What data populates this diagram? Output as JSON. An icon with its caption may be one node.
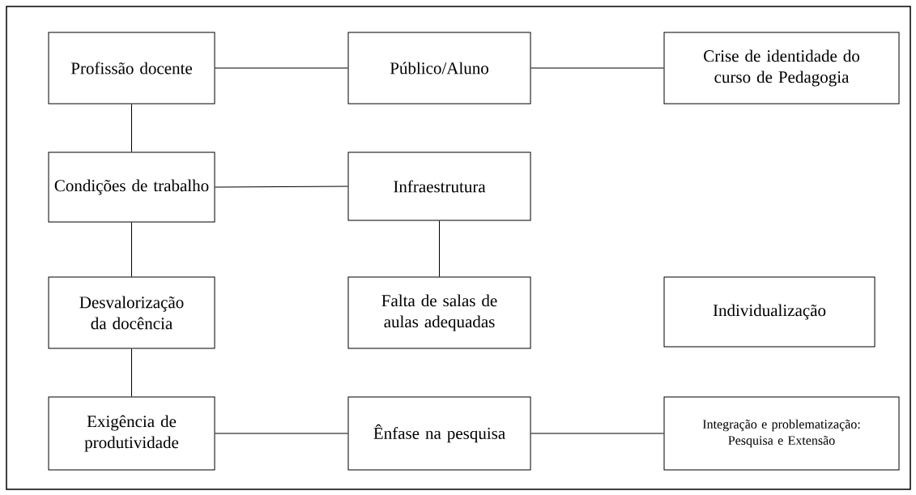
{
  "diagram": {
    "nodes": [
      {
        "text": [
          "Profissão docente"
        ]
      },
      {
        "text": [
          "Público/Aluno"
        ]
      },
      {
        "text": [
          "Crise de identidade do curso de Pedagogia"
        ]
      },
      {
        "text": [
          "Condições de trabalho"
        ]
      },
      {
        "text": [
          "Infraestrutura"
        ]
      },
      {
        "text": [
          "Desvalorização da docência"
        ]
      },
      {
        "text": [
          "Falta de salas de aulas adequadas"
        ]
      },
      {
        "text": [
          "Individualização"
        ]
      },
      {
        "text": [
          "Exigência de produtividade"
        ]
      },
      {
        "text": [
          "Ênfase na pesquisa"
        ]
      },
      {
        "text": [
          "Integração e problematização: Pesquisa e Extensão"
        ]
      }
    ],
    "edges": [
      {
        "from": 0,
        "to": 1,
        "arrow": "none"
      },
      {
        "from": 1,
        "to": 2,
        "arrow": "none"
      },
      {
        "from": 0,
        "to": 3,
        "arrow": "none"
      },
      {
        "from": 3,
        "to": 4,
        "arrow": "none"
      },
      {
        "from": 4,
        "to": 6,
        "arrow": "none"
      },
      {
        "from": 3,
        "to": 5,
        "arrow": "none"
      },
      {
        "from": 5,
        "to": 8,
        "arrow": "none"
      },
      {
        "from": 8,
        "to": 9,
        "arrow": "none"
      },
      {
        "from": 9,
        "to": 10,
        "arrow": "none"
      }
    ]
  }
}
